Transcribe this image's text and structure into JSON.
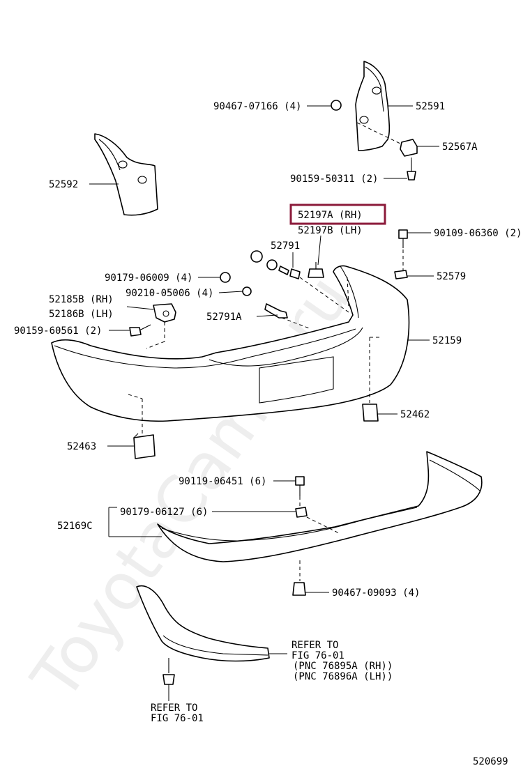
{
  "watermark": "ToyotaCamry.ru",
  "diagram_id": "520699",
  "highlight_color": "#8b1a3a",
  "labels": {
    "p90467_07166": "90467-07166 (4)",
    "p52591": "52591",
    "p52567A": "52567A",
    "p90159_50311": "90159-50311 (2)",
    "p52592": "52592",
    "p52197A": "52197A (RH)",
    "p52197B": "52197B (LH)",
    "p90109_06360": "90109-06360 (2)",
    "p52791": "52791",
    "p52579": "52579",
    "p90179_06009": "90179-06009 (4)",
    "p90210_05006": "90210-05006 (4)",
    "p52185B": "52185B (RH)",
    "p52186B": "52186B (LH)",
    "p90159_60561": "90159-60561 (2)",
    "p52791A": "52791A",
    "p52159": "52159",
    "p52462": "52462",
    "p52463": "52463",
    "p90119_06451": "90119-06451 (6)",
    "p90179_06127": "90179-06127 (6)",
    "p52169C": "52169C",
    "p90467_09093": "90467-09093 (4)",
    "refer_r1": "REFER TO",
    "refer_r2": "FIG 76-01",
    "refer_r3": "(PNC 76895A (RH))",
    "refer_r4": "(PNC 76896A (LH))",
    "refer_b1": "REFER TO",
    "refer_b2": "FIG 76-01"
  }
}
